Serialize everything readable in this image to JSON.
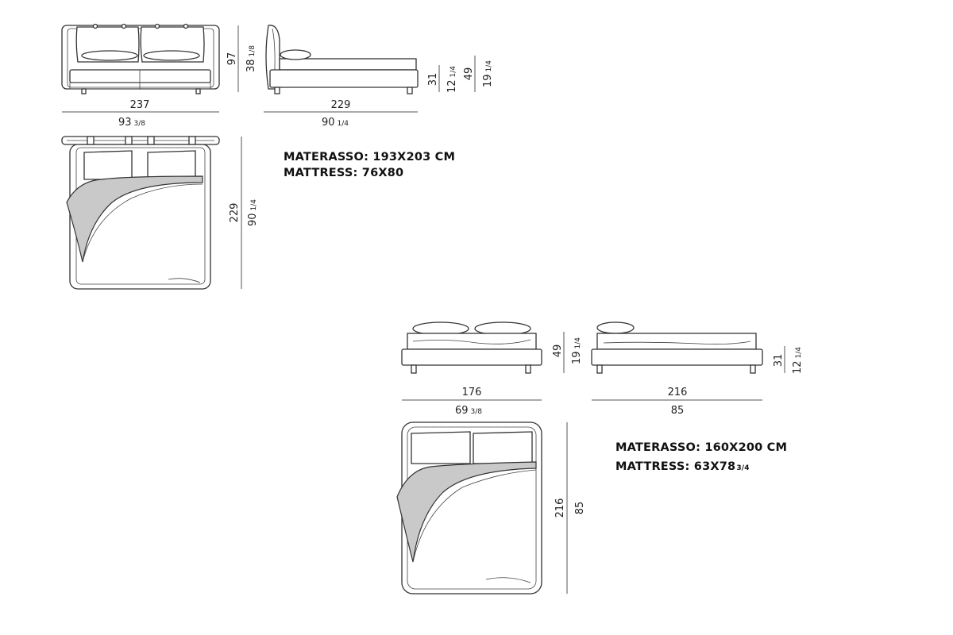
{
  "bed_large": {
    "front": {
      "width": "237",
      "width_in": "93",
      "width_in_frac": "3/8",
      "height": "97",
      "height_in": "38",
      "height_in_frac": "1/8"
    },
    "side": {
      "length": "229",
      "length_in": "90",
      "length_in_frac": "1/4",
      "frame_h": "31",
      "frame_h_in": "12",
      "frame_h_in_frac": "1/4",
      "total_h": "49",
      "total_h_in": "19",
      "total_h_in_frac": "1/4"
    },
    "top": {
      "length": "229",
      "length_in": "90",
      "length_in_frac": "1/4"
    },
    "mattress_it": "MATERASSO: 193X203 CM",
    "mattress_en": "MATTRESS: 76X80"
  },
  "bed_small": {
    "front": {
      "width": "176",
      "width_in": "69",
      "width_in_frac": "3/8",
      "height": "49",
      "height_in": "19",
      "height_in_frac": "1/4"
    },
    "side": {
      "length": "216",
      "length_in": "85",
      "frame_h": "31",
      "frame_h_in": "12",
      "frame_h_in_frac": "1/4"
    },
    "top": {
      "length": "216",
      "length_in": "85"
    },
    "mattress_it": "MATERASSO: 160X200 CM",
    "mattress_en_main": "MATTRESS: 63X78",
    "mattress_en_frac": "3/4"
  }
}
